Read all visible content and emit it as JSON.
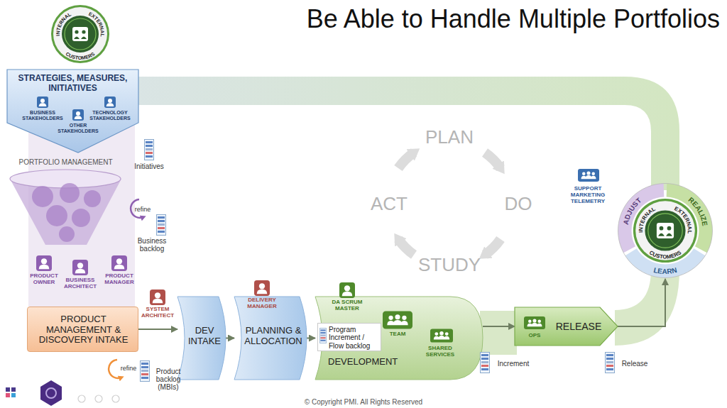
{
  "diagram": {
    "title": "Be Able to Handle Multiple Portfolios",
    "caption": "© Copyright PMI. All Rights Reserved",
    "nodes": [
      {
        "text": [
          "INTERNAL",
          "CUSTOMERS",
          "EXTERNAL"
        ]
      },
      {
        "text": [
          "STRATEGIES, MEASURES, INITIATIVES",
          "BUSINESS STAKEHOLDERS",
          "OTHER STAKEHOLDERS",
          "TECHNOLOGY STAKEHOLDERS"
        ]
      },
      {
        "text": [
          "PORTFOLIO MANAGEMENT"
        ]
      },
      {
        "text": [
          "PRODUCT MANAGEMENT & DISCOVERY INTAKE"
        ]
      },
      {
        "text": [
          "DEV INTAKE"
        ]
      },
      {
        "text": [
          "PLANNING & ALLOCATION"
        ]
      },
      {
        "text": [
          "DEVELOPMENT"
        ]
      },
      {
        "text": [
          "Program Increment / Flow backlog"
        ],
        "in": 6
      },
      {
        "text": [
          "RELEASE"
        ]
      },
      {
        "text": [
          "ADJUST",
          "REALIZE",
          "LEARN",
          "INTERNAL",
          "CUSTOMERS",
          "EXTERNAL"
        ]
      }
    ],
    "edges": [
      {
        "from": 3,
        "to": 4,
        "arrow": "to"
      },
      {
        "from": 4,
        "to": 5,
        "arrow": "to"
      },
      {
        "from": 5,
        "to": 6,
        "arrow": "to"
      },
      {
        "from": 6,
        "to": 8,
        "arrow": "to"
      },
      {
        "from": 8,
        "to": 9,
        "arrow": "to"
      }
    ],
    "labels": [
      "Initiatives",
      "refine",
      "Business backlog",
      "PRODUCT OWNER",
      "BUSINESS ARCHITECT",
      "PRODUCT MANAGER",
      "SYSTEM ARCHITECT",
      "DELIVERY MANAGER",
      "DA SCRUM MASTER",
      "TEAM",
      "SHARED SERVICES",
      "OPS",
      "refine",
      "Product backlog (MBIs)",
      "Increment",
      "Release",
      "SUPPORT MARKETING TELEMETRY",
      "PLAN",
      "DO",
      "STUDY",
      "ACT"
    ]
  }
}
